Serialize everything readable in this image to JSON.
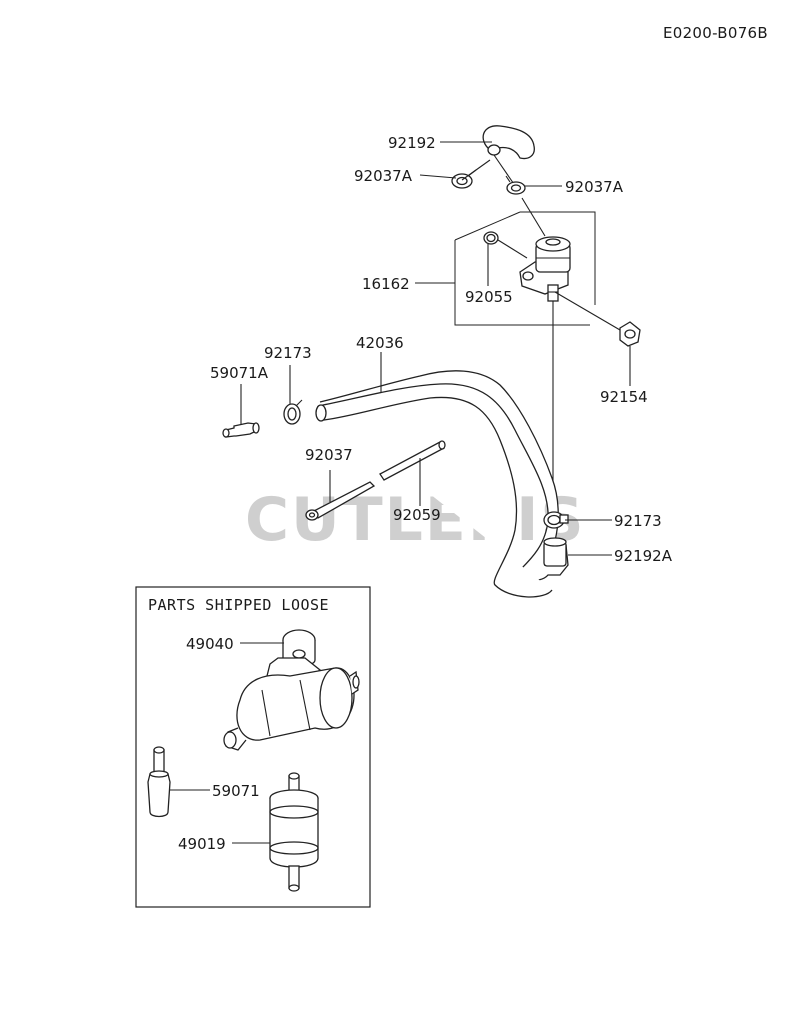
{
  "diagram_code": "E0200-B076B",
  "watermark": "CUTLERIS",
  "loose_parts_box": {
    "title": "PARTS SHIPPED LOOSE"
  },
  "callouts": {
    "p92192": "92192",
    "p92037A_left": "92037A",
    "p92037A_right": "92037A",
    "p16162": "16162",
    "p92055": "92055",
    "p92154": "92154",
    "p92173_top": "92173",
    "p42036": "42036",
    "p59071A": "59071A",
    "p92037": "92037",
    "p92059": "92059",
    "p92173_right": "92173",
    "p92192A": "92192A",
    "p49040": "49040",
    "p59071": "59071",
    "p49019": "49019"
  }
}
